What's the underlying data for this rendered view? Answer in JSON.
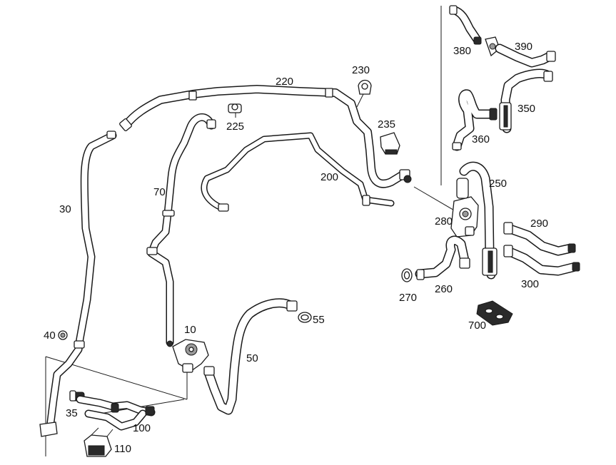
{
  "callouts": {
    "c10": "10",
    "c30": "30",
    "c35": "35",
    "c40": "40",
    "c50": "50",
    "c55": "55",
    "c70": "70",
    "c100": "100",
    "c110": "110",
    "c200": "200",
    "c220": "220",
    "c225": "225",
    "c230": "230",
    "c235": "235",
    "c250": "250",
    "c260": "260",
    "c270": "270",
    "c280": "280",
    "c290": "290",
    "c300": "300",
    "c350": "350",
    "c360": "360",
    "c380": "380",
    "c390": "390",
    "c700": "700"
  },
  "colors": {
    "line": "#1a1a1a",
    "hose": "#ffffff",
    "background": "#ffffff"
  }
}
